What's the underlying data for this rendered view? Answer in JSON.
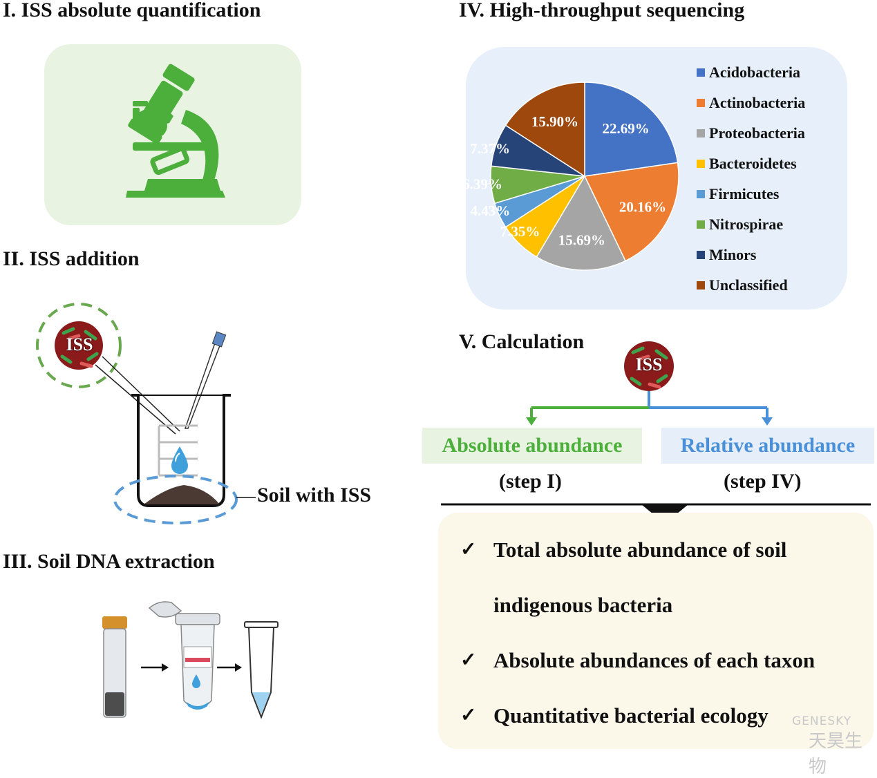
{
  "sections": {
    "s1": "I. ISS absolute quantification",
    "s2": "II. ISS addition",
    "s3": "III. Soil DNA extraction",
    "s4": "IV. High-throughput sequencing",
    "s5": "V. Calculation"
  },
  "addition": {
    "iss_badge": "ISS",
    "soil_label": "Soil with ISS"
  },
  "calculation": {
    "iss_badge": "ISS",
    "absolute": "Absolute abundance",
    "relative": "Relative abundance",
    "step_abs": "(step I)",
    "step_rel": "(step IV)",
    "check_mark": "✓",
    "results": [
      "Total absolute abundance of soil",
      "indigenous bacteria",
      "Absolute abundances of each taxon",
      "Quantitative bacterial ecology"
    ]
  },
  "colors": {
    "green": "#4caf3c",
    "green_bg": "#e8f4e1",
    "blue": "#4a90d9",
    "blue_bg": "#e6eff9",
    "result_bg": "#fbf7e9",
    "pie_bg": "#e7f0fa"
  },
  "chart_data": {
    "type": "pie",
    "series": [
      {
        "name": "Acidobacteria",
        "value": 22.69,
        "label": "22.69%",
        "color": "#4472c4"
      },
      {
        "name": "Actinobacteria",
        "value": 20.16,
        "label": "20.16%",
        "color": "#ed7d31"
      },
      {
        "name": "Proteobacteria",
        "value": 15.69,
        "label": "15.69%",
        "color": "#a5a5a5"
      },
      {
        "name": "Bacteroidetes",
        "value": 7.35,
        "label": "7.35%",
        "color": "#ffc000"
      },
      {
        "name": "Firmicutes",
        "value": 4.43,
        "label": "4.43%",
        "color": "#5b9bd5"
      },
      {
        "name": "Nitrospirae",
        "value": 6.39,
        "label": "6.39%",
        "color": "#70ad47"
      },
      {
        "name": "Minors",
        "value": 7.37,
        "label": "7.37%",
        "color": "#264478"
      },
      {
        "name": "Unclassified",
        "value": 15.9,
        "label": "15.90%",
        "color": "#9e480e"
      }
    ],
    "legend_position": "right"
  },
  "watermark": {
    "brand": "GENESKY",
    "brand_cn": "天昊生物"
  }
}
